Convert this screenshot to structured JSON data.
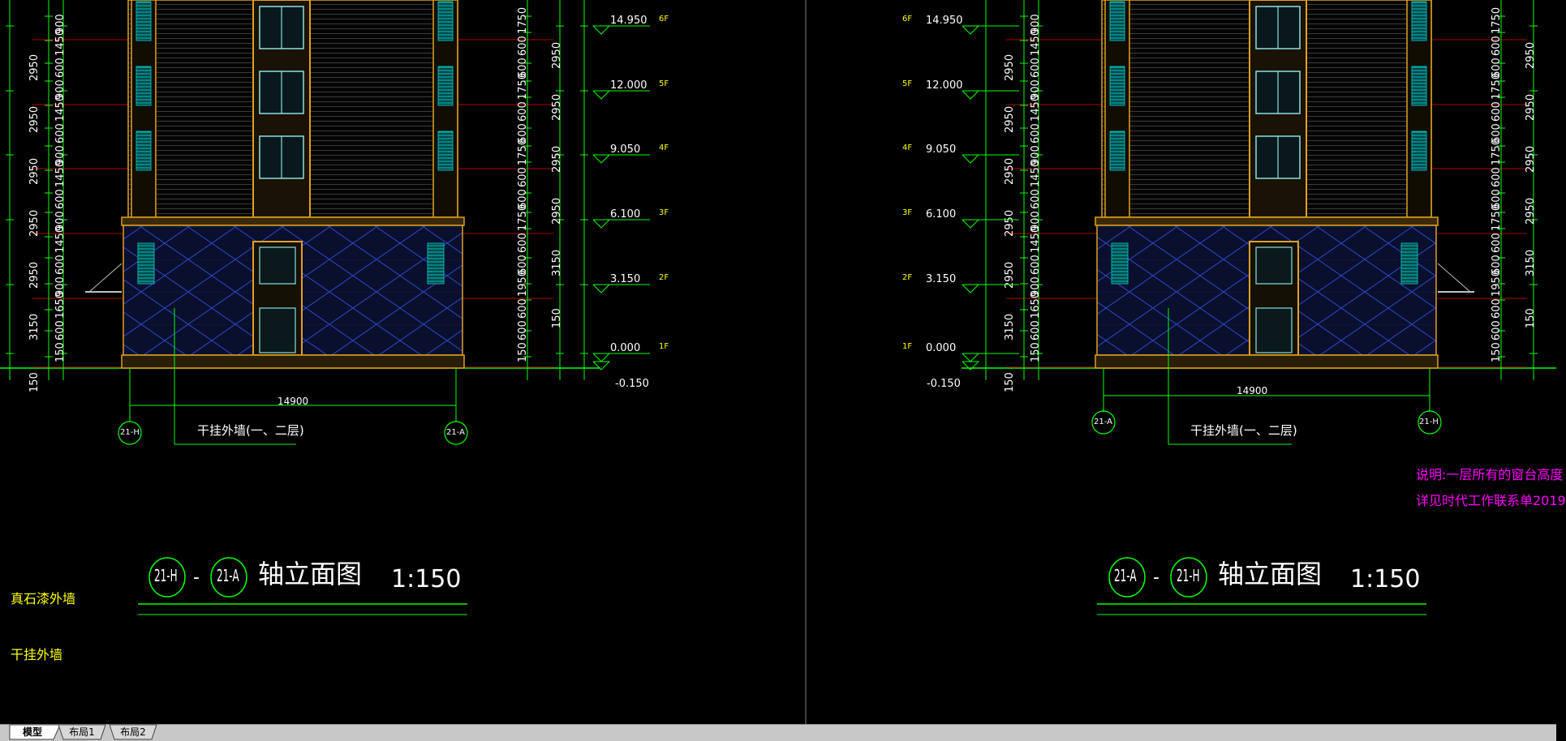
{
  "tabs": [
    {
      "label": "模型",
      "active": true
    },
    {
      "label": "布局1",
      "active": false
    },
    {
      "label": "布局2",
      "active": false
    }
  ],
  "left_view": {
    "levels": [
      {
        "elev": "14.950",
        "floor": "6F"
      },
      {
        "elev": "12.000",
        "floor": "5F"
      },
      {
        "elev": "9.050",
        "floor": "4F"
      },
      {
        "elev": "6.100",
        "floor": "3F"
      },
      {
        "elev": "3.150",
        "floor": "2F"
      },
      {
        "elev": "0.000",
        "floor": "1F"
      }
    ],
    "below_grade": "-0.150",
    "left_dims_outer": [
      "2950",
      "2950",
      "2950",
      "2950",
      "2950",
      "3150",
      "150"
    ],
    "left_dims_inner": [
      "900",
      "1450",
      "600",
      "900",
      "1450",
      "600",
      "900",
      "1450",
      "600",
      "900",
      "1450",
      "600",
      "900",
      "1650",
      "600",
      "150"
    ],
    "right_dims_outer": [
      "2950",
      "2950",
      "2950",
      "2950",
      "3150",
      "150"
    ],
    "right_dims_inner": [
      "1750",
      "600",
      "600",
      "1750",
      "600",
      "600",
      "1750",
      "600",
      "600",
      "1750",
      "600",
      "600",
      "1950",
      "600",
      "600",
      "150"
    ],
    "overall_width": "14900",
    "axis_left": "21-H",
    "axis_right": "21-A",
    "wall_note": "干挂外墙(一、二层)",
    "title_axis_a": "21-H",
    "title_axis_b": "21-A",
    "title_dash": "-",
    "title_text": "轴立面图",
    "scale": "1:150"
  },
  "right_view": {
    "levels": [
      {
        "elev": "14.950",
        "floor": "6F"
      },
      {
        "elev": "12.000",
        "floor": "5F"
      },
      {
        "elev": "9.050",
        "floor": "4F"
      },
      {
        "elev": "6.100",
        "floor": "3F"
      },
      {
        "elev": "3.150",
        "floor": "2F"
      },
      {
        "elev": "0.000",
        "floor": "1F"
      }
    ],
    "below_grade": "-0.150",
    "overall_width": "14900",
    "axis_left": "21-A",
    "axis_right": "21-H",
    "wall_note": "干挂外墙(一、二层)",
    "title_axis_a": "21-A",
    "title_axis_b": "21-H",
    "title_dash": "-",
    "title_text": "轴立面图",
    "scale": "1:150",
    "note_line1": "说明:一层所有的窗台高度",
    "note_line2": "详见时代工作联系单2019"
  },
  "legend": {
    "item1": "真石漆外墙",
    "item2": "干挂外墙"
  },
  "colors": {
    "background": "#000000",
    "dim_green": "#00ff00",
    "facade_orange": "#e0a020",
    "facade_blue": "#3050c0",
    "window_teal": "#00a0a0",
    "red_line": "#c00000",
    "note_magenta": "#ff00ff",
    "legend_yellow": "#ffff00"
  }
}
